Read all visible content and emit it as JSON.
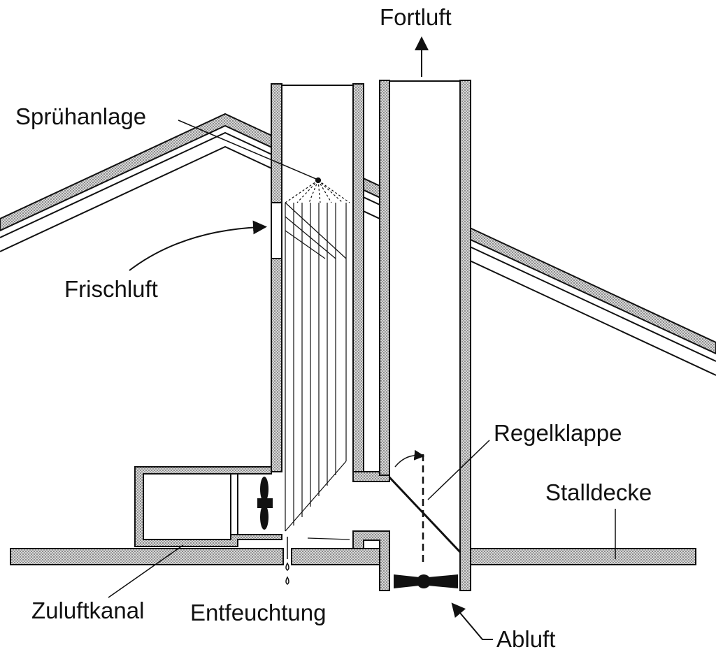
{
  "labels": {
    "fortluft": "Fortluft",
    "spruehanlage": "Sprühanlage",
    "frischluft": "Frischluft",
    "regelklappe": "Regelklappe",
    "stalldecke": "Stalldecke",
    "zuluftkanal": "Zuluftkanal",
    "entfeuchtung": "Entfeuchtung",
    "abluft": "Abluft"
  },
  "colors": {
    "ink": "#111111",
    "fill": "#bdbdbd"
  }
}
